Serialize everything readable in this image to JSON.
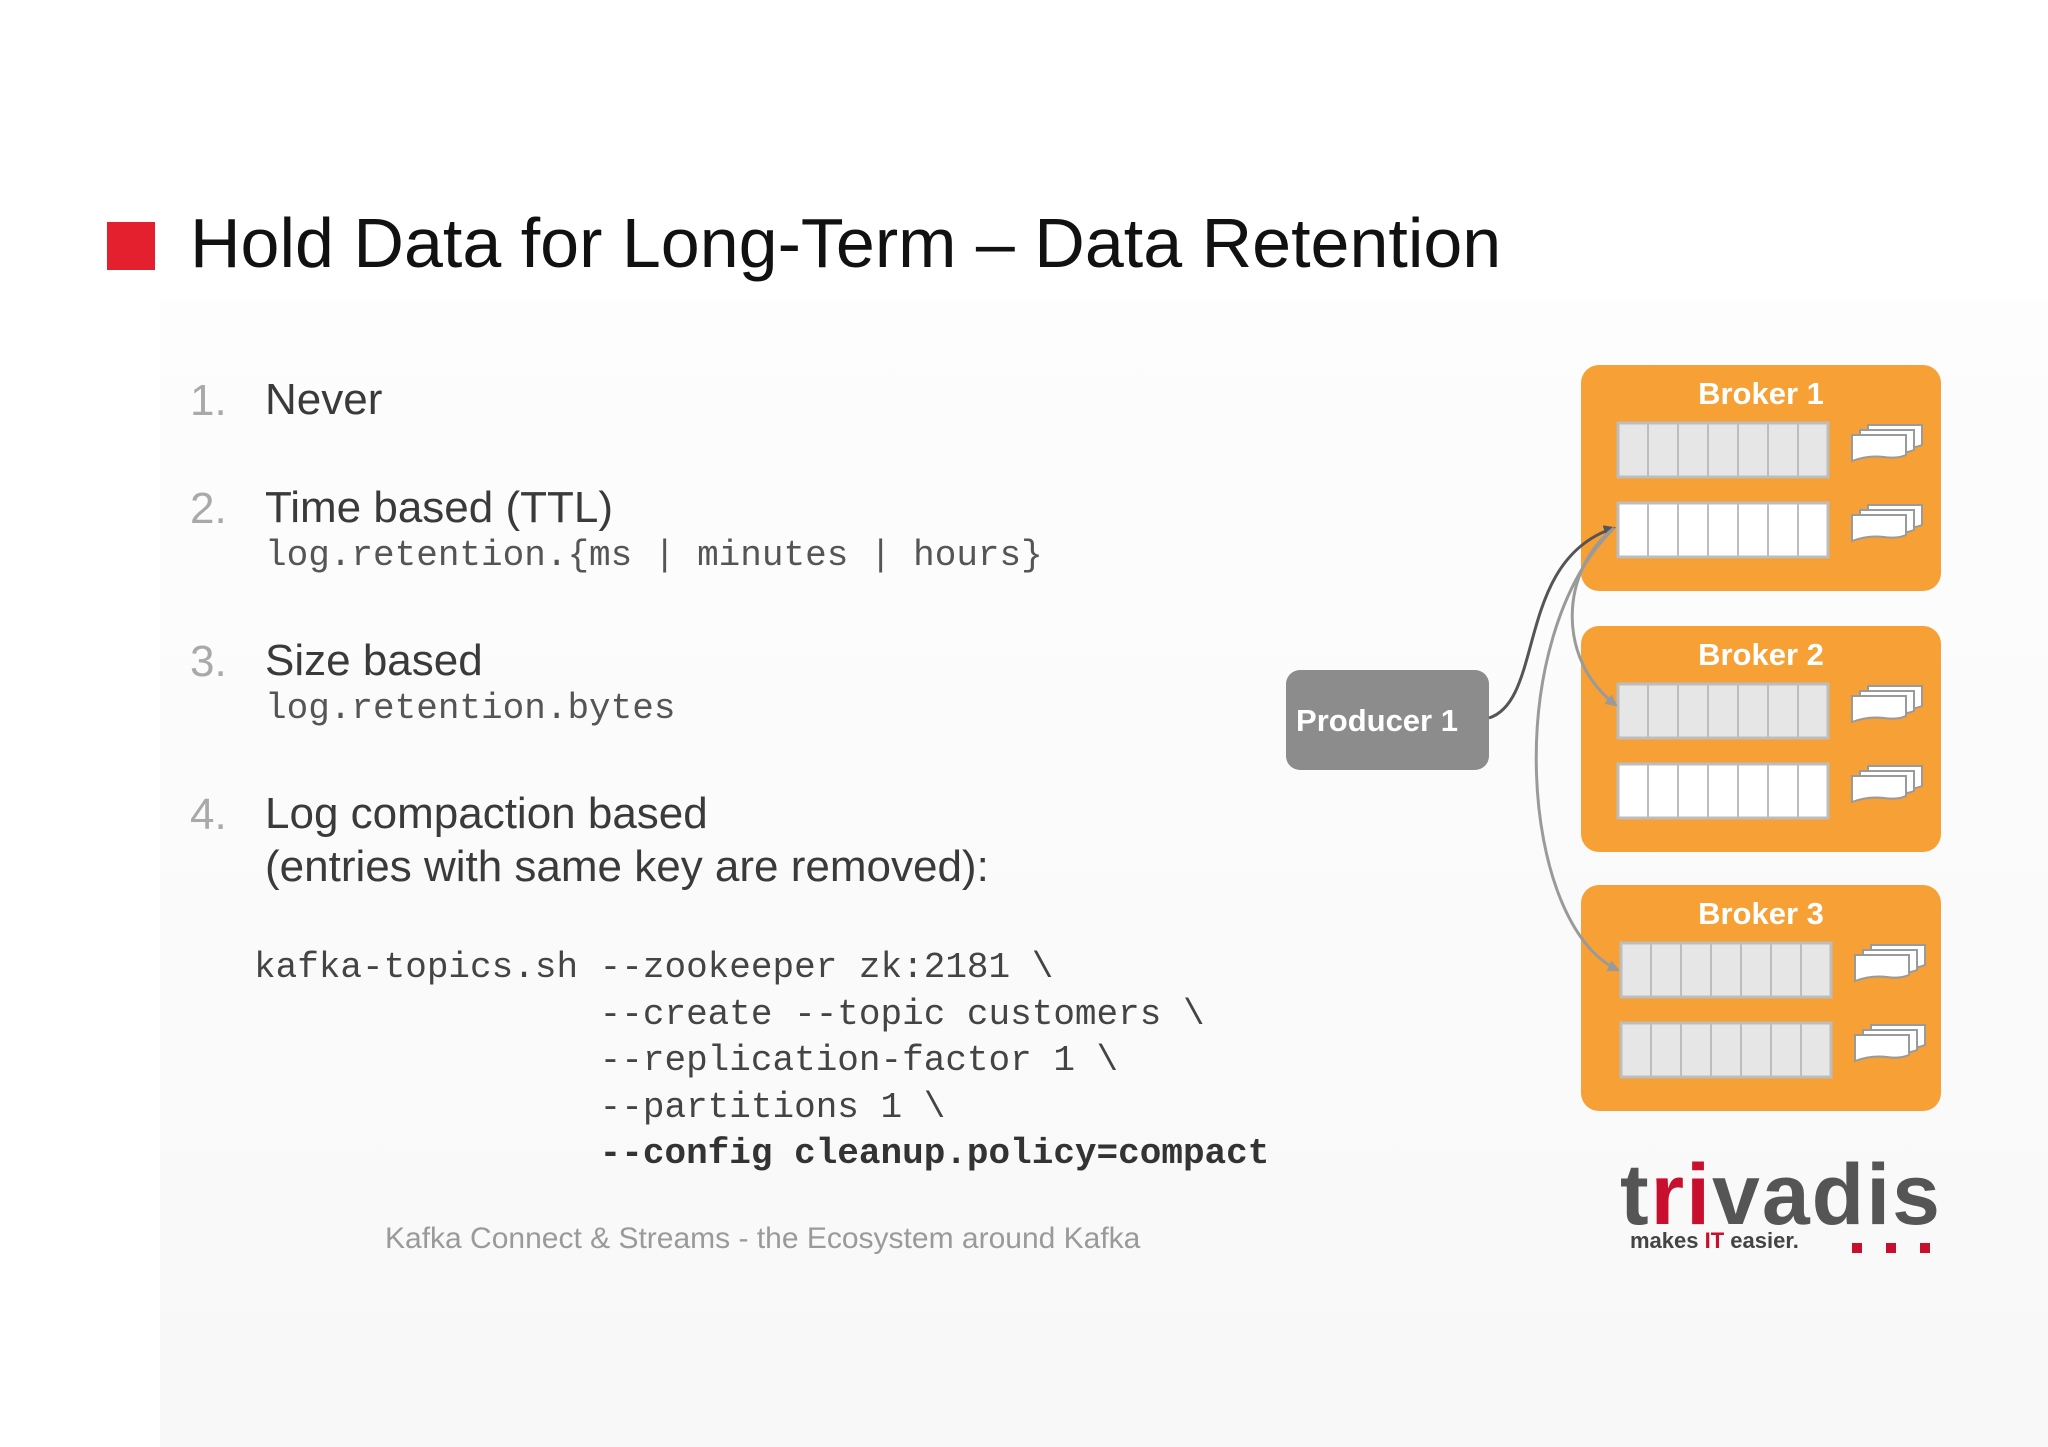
{
  "slide": {
    "title": "Hold Data for Long-Term – Data Retention",
    "footer": "Kafka Connect & Streams - the Ecosystem around Kafka"
  },
  "items": [
    {
      "num": "1.",
      "label": "Never"
    },
    {
      "num": "2.",
      "label": "Time based (TTL)",
      "code": "log.retention.{ms | minutes | hours}"
    },
    {
      "num": "3.",
      "label": "Size based",
      "code": "log.retention.bytes"
    },
    {
      "num": "4.",
      "label": "Log compaction based",
      "label2": "(entries with same key are removed):"
    }
  ],
  "command": {
    "line1": "kafka-topics.sh --zookeeper zk:2181 \\",
    "line2": "                --create --topic customers \\",
    "line3": "                --replication-factor 1 \\",
    "line4": "                --partitions 1 \\",
    "line5_prefix": "                ",
    "line5_bold": "--config cleanup.policy=compact"
  },
  "diagram": {
    "producer": "Producer 1",
    "brokers": [
      "Broker 1",
      "Broker 2",
      "Broker 3"
    ],
    "colors": {
      "broker": "#f7a035",
      "producer": "#8c8c8c",
      "arrow_dark": "#555555",
      "arrow_light": "#9a9a9a"
    }
  },
  "logo": {
    "word_part1": "t",
    "word_part2": "r",
    "word_i": "i",
    "word_rest": "vadis",
    "tagline_1": "makes ",
    "tagline_it": "IT",
    "tagline_2": " easier."
  }
}
